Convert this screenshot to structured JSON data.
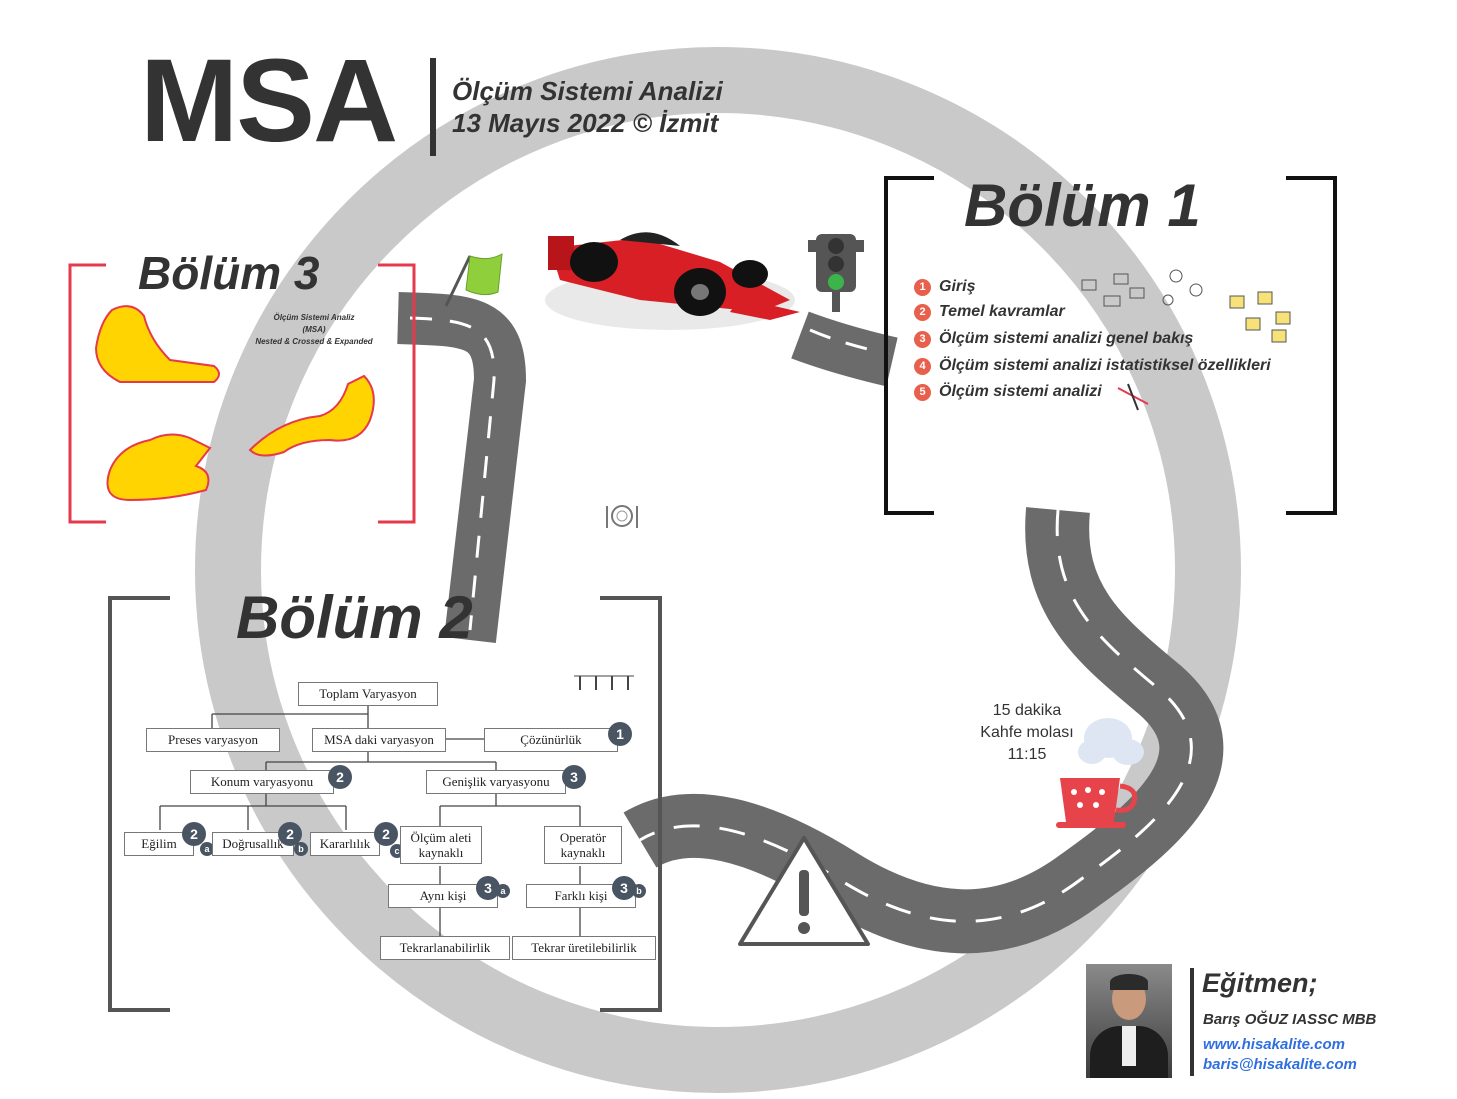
{
  "header": {
    "title": "MSA",
    "subtitle_line1": "Ölçüm Sistemi Analizi",
    "subtitle_line2": "13 Mayıs 2022 © İzmit"
  },
  "colors": {
    "ring": "#c9c9c9",
    "road": "#6b6b6b",
    "accent_red": "#e6394b",
    "bullet_orange": "#e8604b",
    "badge": "#4a5563",
    "track_yellow": "#ffd400",
    "link_blue": "#2f6fe0"
  },
  "section1": {
    "title": "Bölüm 1",
    "items": [
      {
        "num": "1",
        "label": "Giriş"
      },
      {
        "num": "2",
        "label": "Temel kavramlar"
      },
      {
        "num": "3",
        "label": "Ölçüm sistemi analizi genel bakış"
      },
      {
        "num": "4",
        "label": "Ölçüm sistemi analizi istatistiksel özellikleri"
      },
      {
        "num": "5",
        "label": "Ölçüm sistemi analizi"
      }
    ]
  },
  "section2": {
    "title": "Bölüm 2",
    "chart": {
      "total": "Toplam Varyasyon",
      "process": "Preses varyasyon",
      "msa": "MSA daki varyasyon",
      "resolution": "Çözünürlük",
      "location": "Konum varyasyonu",
      "width": "Genişlik varyasyonu",
      "bias": "Eğilim",
      "linearity": "Doğrusallık",
      "stability": "Kararlılık",
      "gauge": "Ölçüm aleti kaynaklı",
      "operator": "Operatör kaynaklı",
      "same_person": "Aynı kişi",
      "diff_person": "Farklı kişi",
      "repeatability": "Tekrarlanabilirlik",
      "reproducibility": "Tekrar üretilebilirlik"
    },
    "badges": {
      "b1": "1",
      "b2": "2",
      "b3": "3",
      "b2a": "2",
      "b2a_s": "a",
      "b2b": "2",
      "b2b_s": "b",
      "b2c": "2",
      "b2c_s": "c",
      "b3a": "3",
      "b3a_s": "a",
      "b3b": "3",
      "b3b_s": "b"
    }
  },
  "section3": {
    "title": "Bölüm 3",
    "heading_l1": "Ölçüm Sistemi Analiz",
    "heading_l2": "(MSA)",
    "heading_l3": "Nested & Crossed & Expanded"
  },
  "coffee": {
    "line1": "15 dakika",
    "line2": "Kahfe molası",
    "line3": "11:15"
  },
  "trainer": {
    "heading": "Eğitmen;",
    "name": "Barış OĞUZ IASSC MBB",
    "website": "www.hisakalite.com",
    "email": "baris@hisakalite.com"
  },
  "icons": {
    "flag": "finish-flag-icon",
    "car": "race-car-icon",
    "traffic": "traffic-light-icon",
    "plate": "plate-cutlery-icon",
    "warning": "warning-icon",
    "cup": "coffee-cup-icon"
  }
}
